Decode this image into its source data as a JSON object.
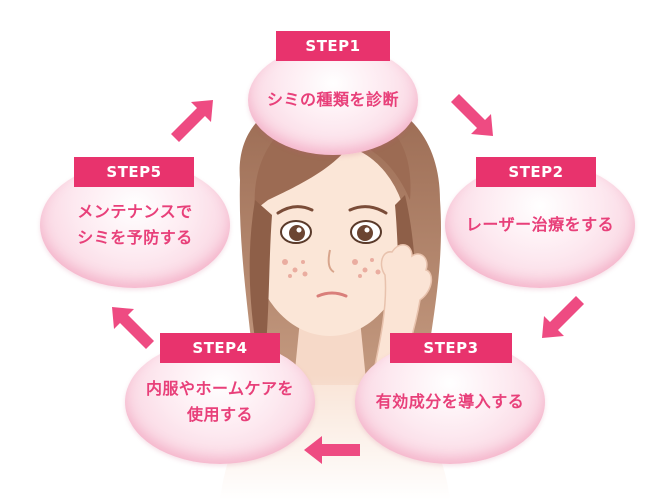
{
  "colors": {
    "accent": "#e8336d",
    "bubble_text": "#e8407a",
    "bubble_fill": "#fde9f0",
    "arrow": "#ee4b82"
  },
  "steps": [
    {
      "tag": "STEP1",
      "text": "シミの種類を診断"
    },
    {
      "tag": "STEP2",
      "text": "レーザー治療をする"
    },
    {
      "tag": "STEP3",
      "text": "有効成分を導入する"
    },
    {
      "tag": "STEP4",
      "text": "内服やホームケアを\n使用する"
    },
    {
      "tag": "STEP5",
      "text": "メンテナンスで\nシミを予防する"
    }
  ],
  "arrows": [
    "arrow-right-down-icon",
    "arrow-left-down-icon",
    "arrow-left-icon",
    "arrow-left-up-icon",
    "arrow-right-up-icon"
  ]
}
